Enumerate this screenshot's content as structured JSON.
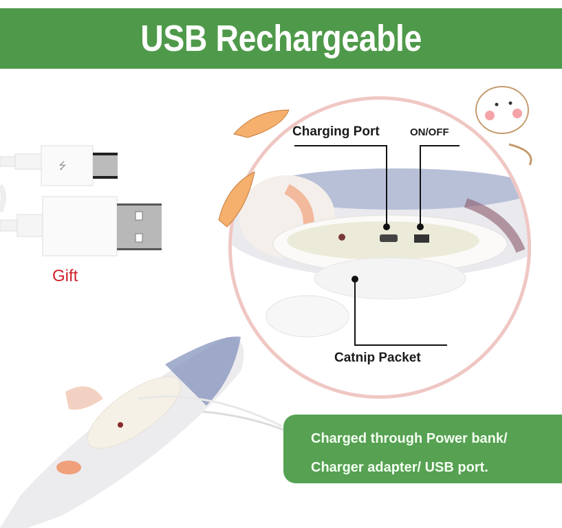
{
  "banner": {
    "title": "USB Rechargeable",
    "background_color": "#4f9a4a"
  },
  "accessory": {
    "gift_label": "Gift",
    "gift_color": "#d0202c",
    "items": [
      "micro-usb-cable-icon",
      "usb-a-plug-icon"
    ]
  },
  "detail_circle": {
    "border_color": "#efc7c3",
    "labels": {
      "charging_port": "Charging Port",
      "on_off": "ON/OFF",
      "catnip_packet": "Catnip Packet"
    },
    "decorations": [
      "cartoon-fish-icon",
      "cartoon-fish-icon",
      "cartoon-cat-icon"
    ]
  },
  "info_box": {
    "line1": "Charged through Power bank/",
    "line2": "Charger adapter/ USB port.",
    "background_color": "#56a152"
  },
  "product": {
    "name": "plush-fish-toy"
  }
}
